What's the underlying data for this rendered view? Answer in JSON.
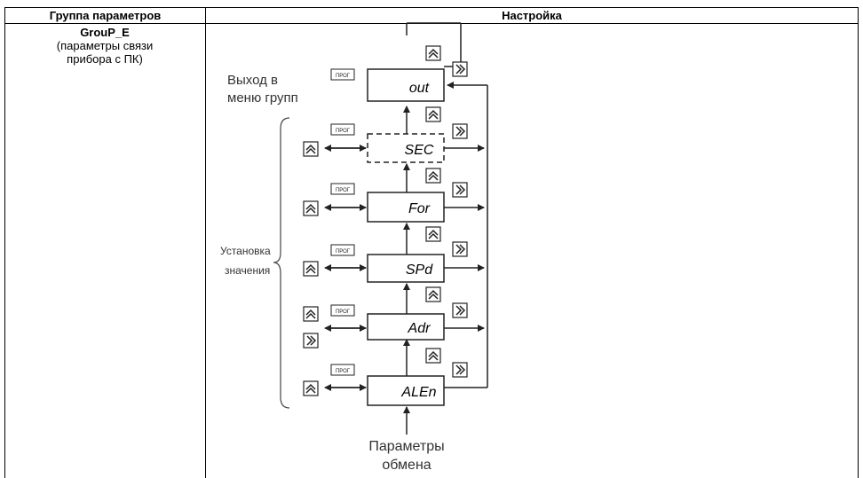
{
  "table": {
    "header_group": "Группа параметров",
    "header_setting": "Настройка"
  },
  "group": {
    "code": "GrouP_E",
    "description_line1": "(параметры связи",
    "description_line2": "прибора с ПК)"
  },
  "diagram": {
    "exit_line1": "Выход в",
    "exit_line2": "меню групп",
    "set_value_line1": "Установка",
    "set_value_line2": "значения",
    "params_line1": "Параметры",
    "params_line2": "обмена",
    "button_label": "ПРОГ",
    "up_icon": "double-chevron-up-icon",
    "right_icon": "double-chevron-right-icon",
    "nodes": [
      {
        "label": "out",
        "dashed": false
      },
      {
        "label": "SEC",
        "dashed": true
      },
      {
        "label": "For",
        "dashed": false
      },
      {
        "label": "SPd",
        "dashed": false
      },
      {
        "label": "Adr",
        "dashed": false
      },
      {
        "label": "ALEn",
        "dashed": false
      }
    ]
  }
}
